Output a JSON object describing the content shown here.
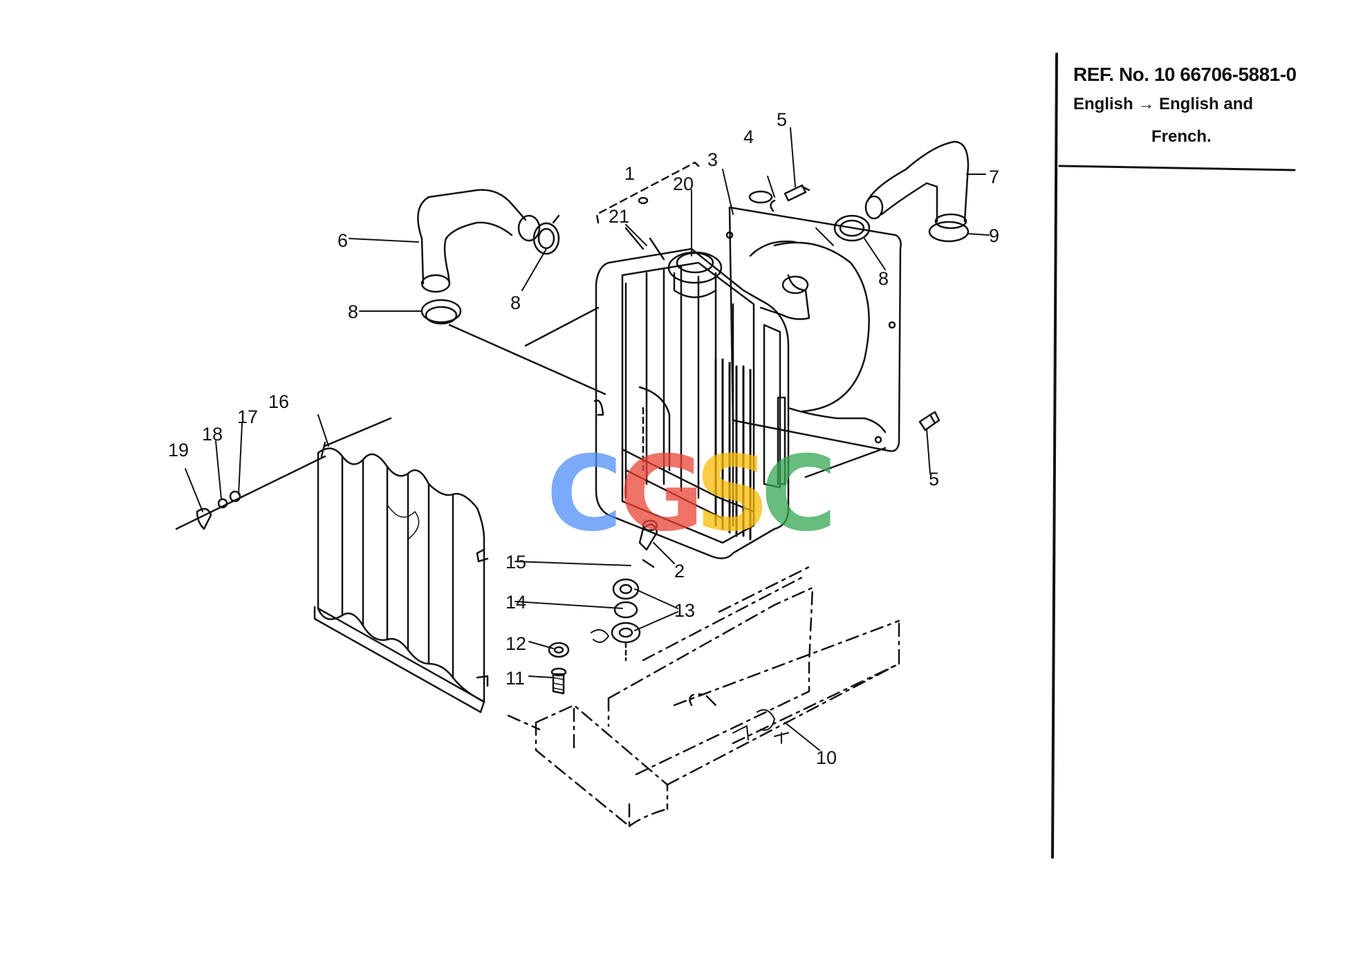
{
  "ref_panel": {
    "ref_number": "REF. No. 10 66706-5881-0",
    "note_line_1": "English → English and",
    "note_line_2": "French."
  },
  "callouts": [
    "1",
    "2",
    "3",
    "4",
    "5",
    "5",
    "6",
    "7",
    "8",
    "8",
    "8",
    "9",
    "10",
    "11",
    "12",
    "13",
    "14",
    "15",
    "16",
    "17",
    "18",
    "19",
    "20",
    "21"
  ],
  "watermark": {
    "letters": [
      "C",
      "G",
      "S",
      "C"
    ],
    "colors": [
      "#4f8ef7",
      "#ea4335",
      "#fbbc05",
      "#34a853"
    ]
  },
  "colors": {
    "line": "#111111",
    "background": "#ffffff"
  }
}
